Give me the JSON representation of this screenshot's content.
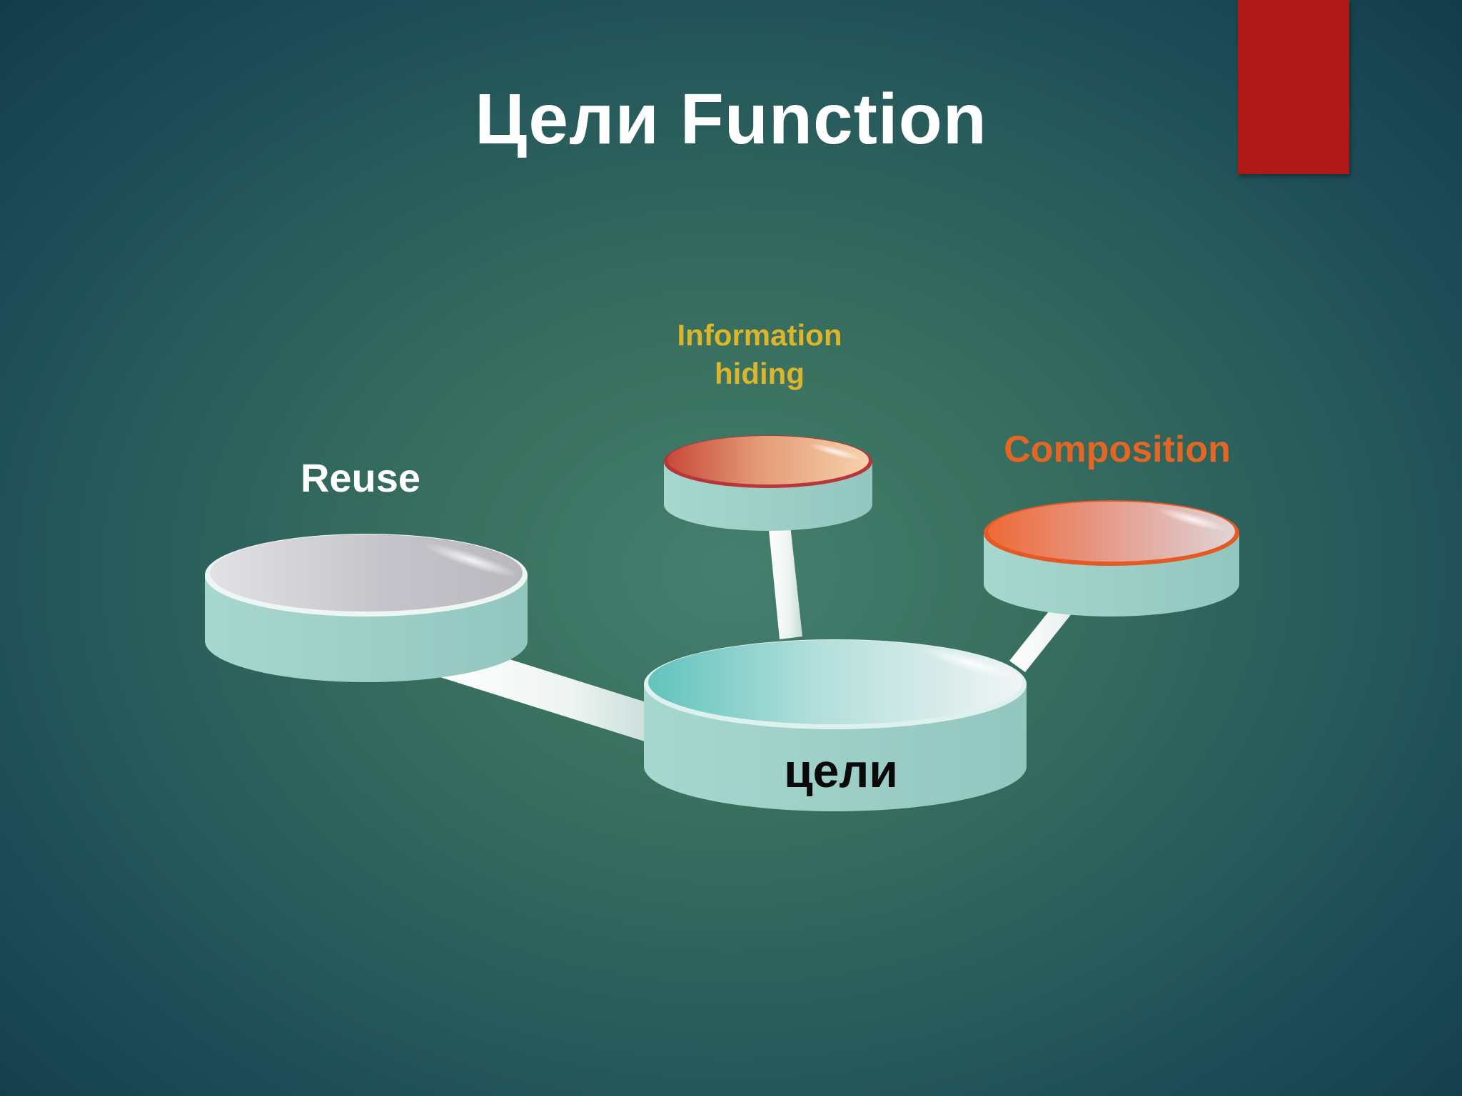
{
  "slide": {
    "title": "Цели Function",
    "colors": {
      "background": "#2a5e5c",
      "accent_bar": "#b01717",
      "title_text": "#ffffff"
    }
  },
  "diagram": {
    "center": {
      "label": "цели",
      "label_color": "#0a0a0a",
      "top_color": "#6cc9c3"
    },
    "nodes": [
      {
        "id": "reuse",
        "label": "Reuse",
        "label_color": "#ffffff",
        "top_color": "#c4c4c8"
      },
      {
        "id": "information-hiding",
        "label_lines": [
          "Information",
          "hiding"
        ],
        "label_color": "#dcb62a",
        "top_color": "#cf5438"
      },
      {
        "id": "composition",
        "label": "Composition",
        "label_color": "#e46622",
        "top_color": "#ee6e3c"
      }
    ],
    "disc_side_color": "#9fd1c9"
  }
}
